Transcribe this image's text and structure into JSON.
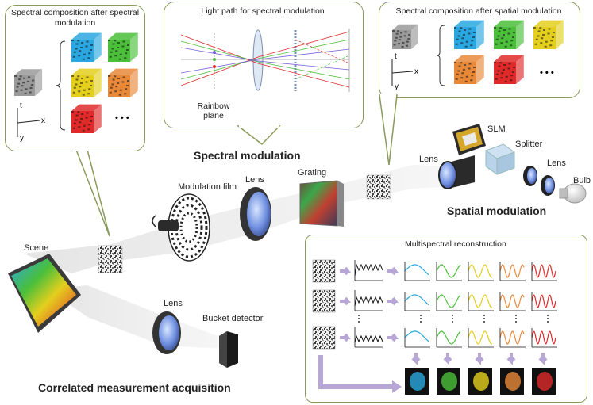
{
  "callouts": {
    "spectral_composition_title": "Spectral composition after spectral modulation",
    "light_path_title": "Light path for spectral modulation",
    "rainbow_plane": "Rainbow plane",
    "spatial_composition_title": "Spectral composition after spatial modulation",
    "multispectral_title": "Multispectral reconstruction"
  },
  "axes": {
    "t": "t",
    "x": "x",
    "y": "y"
  },
  "ellipsis": "• • •",
  "labels": {
    "spectral_modulation": "Spectral modulation",
    "spatial_modulation": "Spatial modulation",
    "correlated_acquisition": "Correlated measurement acquisition",
    "scene": "Scene",
    "modulation_film": "Modulation film",
    "lens_top": "Lens",
    "grating": "Grating",
    "lens_right": "Lens",
    "slm": "SLM",
    "splitter": "Splitter",
    "lens_far": "Lens",
    "bulb": "Bulb",
    "lens_bottom": "Lens",
    "bucket_detector": "Bucket detector"
  },
  "colors": {
    "callout_border": "#8a9a5b",
    "blue": "#2aa7e0",
    "green": "#4bbf3a",
    "yellow": "#e4cf1e",
    "orange": "#e8893a",
    "red": "#e02a2a",
    "arrow": "#b7a6d6"
  },
  "spectral_cubes": [
    "blue",
    "green",
    "yellow",
    "orange",
    "red"
  ],
  "spatial_cubes": [
    "blue",
    "green",
    "yellow",
    "orange",
    "red"
  ],
  "recon_rows": 3,
  "recon_colors": [
    "blue",
    "green",
    "yellow",
    "orange",
    "red"
  ]
}
